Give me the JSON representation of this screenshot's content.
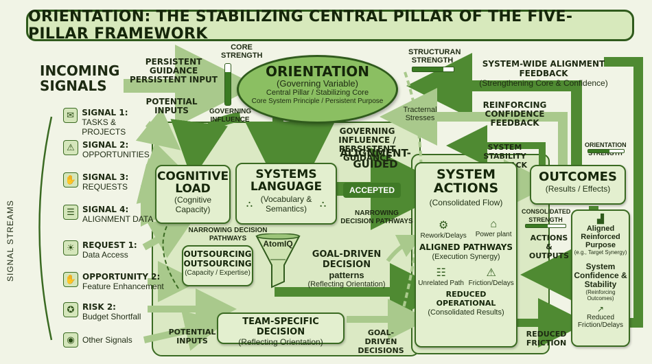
{
  "title": "ORIENTATION: THE STABILIZING CENTRAL PILLAR OF THE FIVE-PILLAR FRAMEWORK",
  "incoming": {
    "heading": "INCOMING SIGNALS",
    "streams_label": "SIGNAL STREAMS",
    "persistent_label": "PERSISTENT GUIDANCE PERSISTENT INPUT",
    "potential_inputs_top": "POTENTIAL INPUTS",
    "potential_inputs_bottom": "POTENTIAL INPUTS"
  },
  "signals": [
    {
      "title": "SIGNAL 1:",
      "desc": "TASKS & PROJECTS",
      "icon": "envelope-icon",
      "glyph": "✉"
    },
    {
      "title": "SIGNAL 2:",
      "desc": "OPPORTUNITIES",
      "icon": "warning-icon",
      "glyph": "⚠"
    },
    {
      "title": "SIGNAL 3:",
      "desc": "REQUESTS",
      "icon": "handshake-icon",
      "glyph": "✋"
    },
    {
      "title": "SIGNAL 4:",
      "desc": "ALIGNMENT DATA",
      "icon": "document-icon",
      "glyph": "☰"
    },
    {
      "title": "REQUEST 1:",
      "desc": "Data Access",
      "icon": "lightbulb-icon",
      "glyph": "☀"
    },
    {
      "title": "OPPORTUNITY 2:",
      "desc": "Feature Enhancement",
      "icon": "handshake-icon",
      "glyph": "✋"
    },
    {
      "title": "RISK 2:",
      "desc": "Budget Shortfall",
      "icon": "badge-icon",
      "glyph": "✪"
    },
    {
      "title": "",
      "desc": "Other Signals",
      "icon": "rss-icon",
      "glyph": "◉"
    }
  ],
  "orientation": {
    "title": "ORIENTATION",
    "subtitle": "(Governing Variable)",
    "line1": "Central Pillar / Stabilizing Core",
    "line2": "Core System Principle / Persistent Purpose",
    "core_strength": "CORE STRENGTH",
    "governing_influence": "GOVERNING INFLUENCE",
    "structural_strength": "STRUCTURAN STRENGTH",
    "tractermal": "Tracternal Stresses"
  },
  "feedback": {
    "system_wide": "SYSTEM-WIDE ALIGNMENT FEEDBACK",
    "system_wide_sub": "(Strengthening Core & Confidence)",
    "reinforcing": "REINFORCING CONFIDENCE FEEDBACK",
    "stability": "SYSTEM STABILITY FEEDBACK",
    "governing_persistent": "GOVERNING INFLUENCE / PERSISTENT GUIDANCE",
    "alignment_guided": "ALIGNMENT-GUIDED"
  },
  "cognitive": {
    "title": "COGNITIVE LOAD",
    "sub": "(Cognitive Capacity)"
  },
  "systems_language": {
    "title": "SYSTEMS LANGUAGE",
    "sub": "(Vocabulary & Semantics)"
  },
  "narrowing_left": "NARROWING DECISION PATHWAYS",
  "narrowing_right": "NARROWING DECISION PATHWAYS",
  "accepted": "ACCEPTED",
  "atomiq": "AtomIQ",
  "outsourcing": {
    "title": "OUTSOURCING OUTSOURCING",
    "sub": "(Capacity / Expertise)"
  },
  "goal_driven": {
    "title": "GOAL-DRIVEN DECISION",
    "title2": "patterns",
    "sub": "(Reflecting Orientation)"
  },
  "team": {
    "title": "TEAM-SPECIFIC DECISION",
    "sub": "(Reflecting Orientation)"
  },
  "goal_driven_decisions": "GOAL-DRIVEN DECISIONS",
  "system_actions": {
    "title": "SYSTEM ACTIONS",
    "sub": "(Consolidated Flow)",
    "item1": "Rework/Delays",
    "item2": "Power plant",
    "aligned": "ALIGNED PATHWAYS",
    "aligned_sub": "(Execution Synergy)",
    "item3": "Unrelated Path",
    "item4": "Friction/Delays",
    "reduced": "REDUCED OPERATIONAL",
    "reduced_sub": "(Consolidated Results)"
  },
  "outcomes": {
    "title": "OUTCOMES",
    "sub": "(Results / Effects)",
    "orientation_strength": "ORIENTATION STRENGTH",
    "consolidated_strength": "CONSOLIDATED STRENGTH",
    "actions_outputs": "ACTIONS & OUTPUTS",
    "aligned_purpose": "Aligned Reinforced Purpose",
    "aligned_purpose_sub": "(e.g., Target Synergy)",
    "confidence": "System Confidence & Stability",
    "confidence_sub": "(Reinforcing Outcomes)",
    "reduced_fd": "Reduced Friction/Delays"
  },
  "reduced_friction": "REDUCED FRICTION",
  "colors": {
    "accent": "#3a6a22",
    "light": "#e3efcf",
    "arrow": "#4f8a32",
    "arrow_light": "#a9c98c"
  },
  "gauges": {
    "core_strength": 0.8,
    "structural_strength": 0.75,
    "orientation_strength": 0.6,
    "consolidated_strength": 0.55
  }
}
